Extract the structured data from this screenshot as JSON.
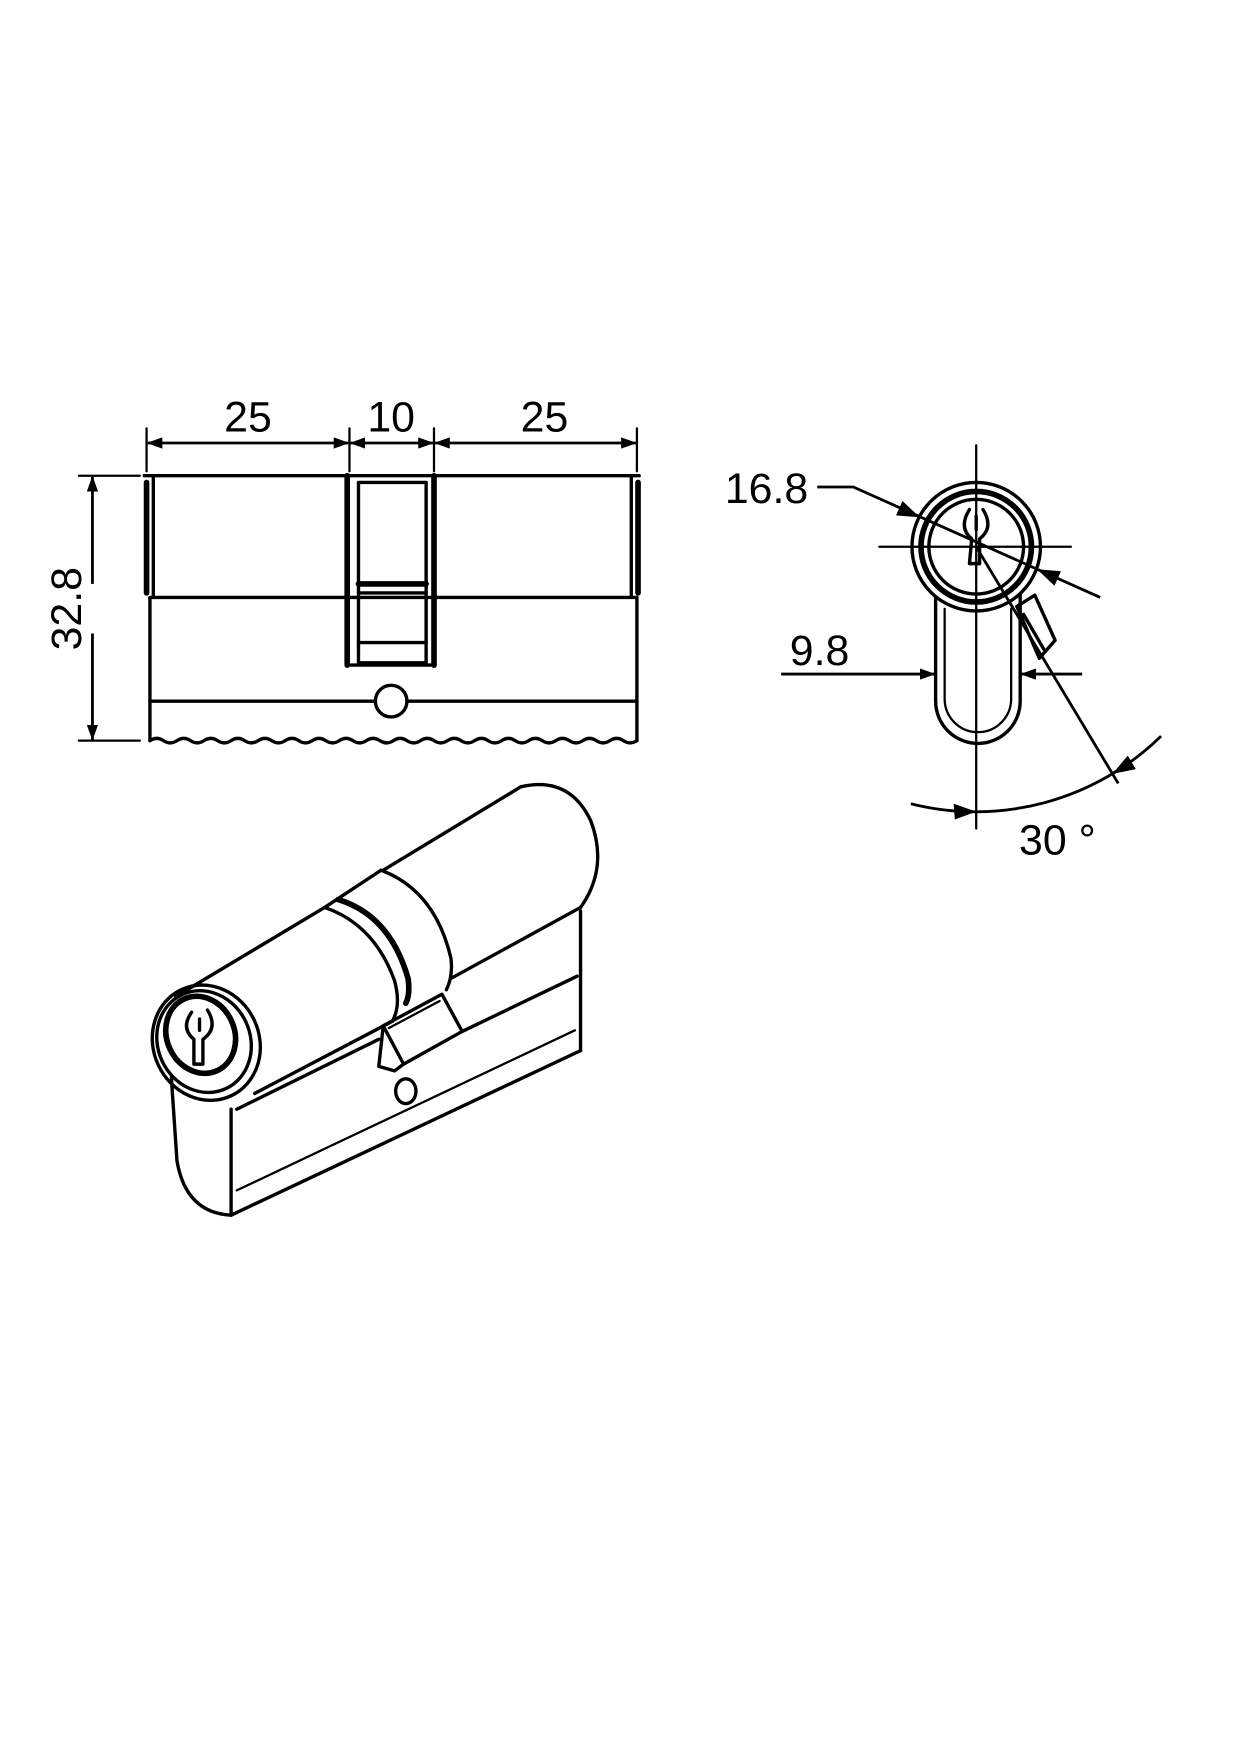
{
  "side_view": {
    "dim_left": "25",
    "dim_center": "10",
    "dim_right": "25",
    "dim_height": "32.8"
  },
  "front_view": {
    "dim_diameter": "16.8",
    "dim_width": "9.8",
    "dim_angle": "30 °"
  },
  "colors": {
    "line": "#000000",
    "background": "#ffffff"
  }
}
